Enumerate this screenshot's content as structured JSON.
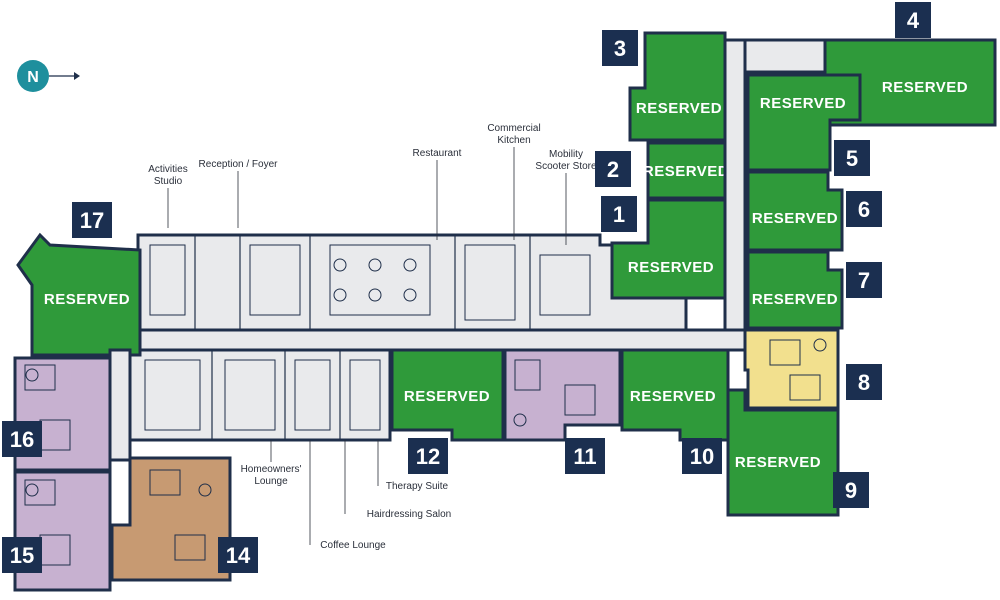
{
  "compass": {
    "label": "N"
  },
  "reserved_label": "RESERVED",
  "plots": [
    {
      "number": "1"
    },
    {
      "number": "2"
    },
    {
      "number": "3"
    },
    {
      "number": "4"
    },
    {
      "number": "5"
    },
    {
      "number": "6"
    },
    {
      "number": "7"
    },
    {
      "number": "8"
    },
    {
      "number": "9"
    },
    {
      "number": "10"
    },
    {
      "number": "11"
    },
    {
      "number": "12"
    },
    {
      "number": "14"
    },
    {
      "number": "15"
    },
    {
      "number": "16"
    },
    {
      "number": "17"
    }
  ],
  "rooms": {
    "activities_line1": "Activities",
    "activities_line2": "Studio",
    "reception": "Reception / Foyer",
    "restaurant": "Restaurant",
    "kitchen_line1": "Commercial",
    "kitchen_line2": "Kitchen",
    "mobility_line1": "Mobility",
    "mobility_line2": "Scooter Store",
    "homeowners_line1": "Homeowners'",
    "homeowners_line2": "Lounge",
    "therapy": "Therapy Suite",
    "hairdressing": "Hairdressing Salon",
    "coffee": "Coffee Lounge"
  },
  "colors": {
    "reserved": "#2f9a3a",
    "available_purple": "#c7b1d0",
    "available_yellow": "#f2e08e",
    "available_brown": "#c79a72",
    "badge": "#1b2f50",
    "compass": "#1e8f9d"
  }
}
